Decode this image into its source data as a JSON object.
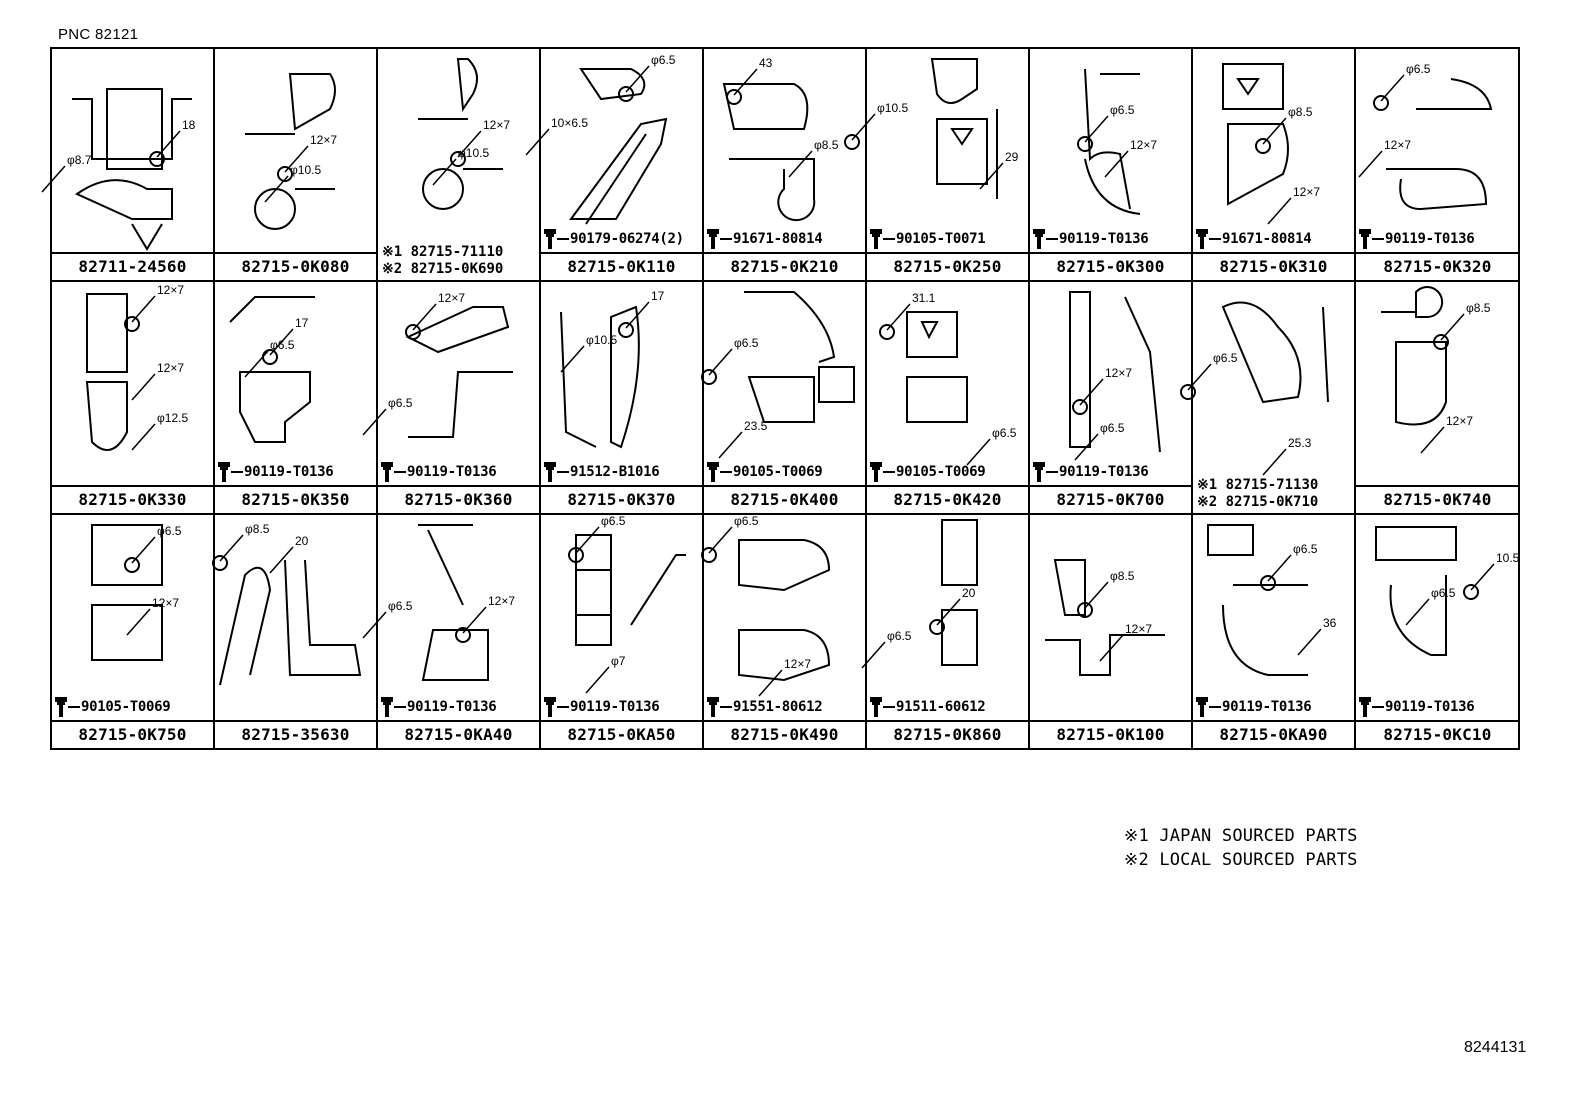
{
  "pnc": "PNC 82121",
  "diagram_id": "8244131",
  "notes": [
    "※1  JAPAN SOURCED PARTS",
    "※2  LOCAL SOURCED PARTS"
  ],
  "cells": [
    {
      "part": "82711-24560",
      "labels": [
        "18",
        "φ8.7"
      ]
    },
    {
      "part": "82715-0K080",
      "labels": [
        "12×7",
        "φ10.5"
      ]
    },
    {
      "part": "",
      "labels": [
        "12×7",
        "φ10.5"
      ],
      "alts": [
        "※1  82715-71110",
        "※2  82715-0K690"
      ]
    },
    {
      "part": "82715-0K110",
      "labels": [
        "φ6.5",
        "10×6.5"
      ],
      "bolt": "90179-06274(2)"
    },
    {
      "part": "82715-0K210",
      "labels": [
        "43",
        "φ8.5"
      ],
      "bolt": "91671-80814"
    },
    {
      "part": "82715-0K250",
      "labels": [
        "φ10.5",
        "29"
      ],
      "bolt": "90105-T0071"
    },
    {
      "part": "82715-0K300",
      "labels": [
        "φ6.5",
        "12×7"
      ],
      "bolt": "90119-T0136"
    },
    {
      "part": "82715-0K310",
      "labels": [
        "φ8.5",
        "12×7"
      ],
      "bolt": "91671-80814"
    },
    {
      "part": "82715-0K320",
      "labels": [
        "φ6.5",
        "12×7"
      ],
      "bolt": "90119-T0136"
    },
    {
      "part": "82715-0K330",
      "labels": [
        "12×7",
        "12×7",
        "φ12.5"
      ]
    },
    {
      "part": "82715-0K350",
      "labels": [
        "17",
        "φ6.5"
      ],
      "bolt": "90119-T0136"
    },
    {
      "part": "82715-0K360",
      "labels": [
        "12×7",
        "φ6.5"
      ],
      "bolt": "90119-T0136"
    },
    {
      "part": "82715-0K370",
      "labels": [
        "17",
        "φ10.5"
      ],
      "bolt": "91512-B1016"
    },
    {
      "part": "82715-0K400",
      "labels": [
        "φ6.5",
        "23.5"
      ],
      "bolt": "90105-T0069"
    },
    {
      "part": "82715-0K420",
      "labels": [
        "31.1",
        "φ6.5"
      ],
      "bolt": "90105-T0069"
    },
    {
      "part": "82715-0K700",
      "labels": [
        "12×7",
        "φ6.5"
      ],
      "bolt": "90119-T0136"
    },
    {
      "part": "",
      "labels": [
        "φ6.5",
        "25.3"
      ],
      "alts": [
        "※1  82715-71130",
        "※2  82715-0K710"
      ]
    },
    {
      "part": "82715-0K740",
      "labels": [
        "φ8.5",
        "12×7"
      ]
    },
    {
      "part": "82715-0K750",
      "labels": [
        "φ6.5",
        "12×7"
      ],
      "bolt": "90105-T0069"
    },
    {
      "part": "82715-35630",
      "labels": [
        "φ8.5",
        "20"
      ]
    },
    {
      "part": "82715-0KA40",
      "labels": [
        "12×7",
        "φ6.5"
      ],
      "bolt": "90119-T0136"
    },
    {
      "part": "82715-0KA50",
      "labels": [
        "φ6.5",
        "φ7"
      ],
      "bolt": "90119-T0136"
    },
    {
      "part": "82715-0K490",
      "labels": [
        "φ6.5",
        "12×7"
      ],
      "bolt": "91551-80612"
    },
    {
      "part": "82715-0K860",
      "labels": [
        "20",
        "φ6.5"
      ],
      "bolt": "91511-60612"
    },
    {
      "part": "82715-0K100",
      "labels": [
        "φ8.5",
        "12×7"
      ]
    },
    {
      "part": "82715-0KA90",
      "labels": [
        "φ6.5",
        "36"
      ],
      "bolt": "90119-T0136"
    },
    {
      "part": "82715-0KC10",
      "labels": [
        "10.5",
        "φ6.5"
      ],
      "bolt": "90119-T0136"
    }
  ]
}
